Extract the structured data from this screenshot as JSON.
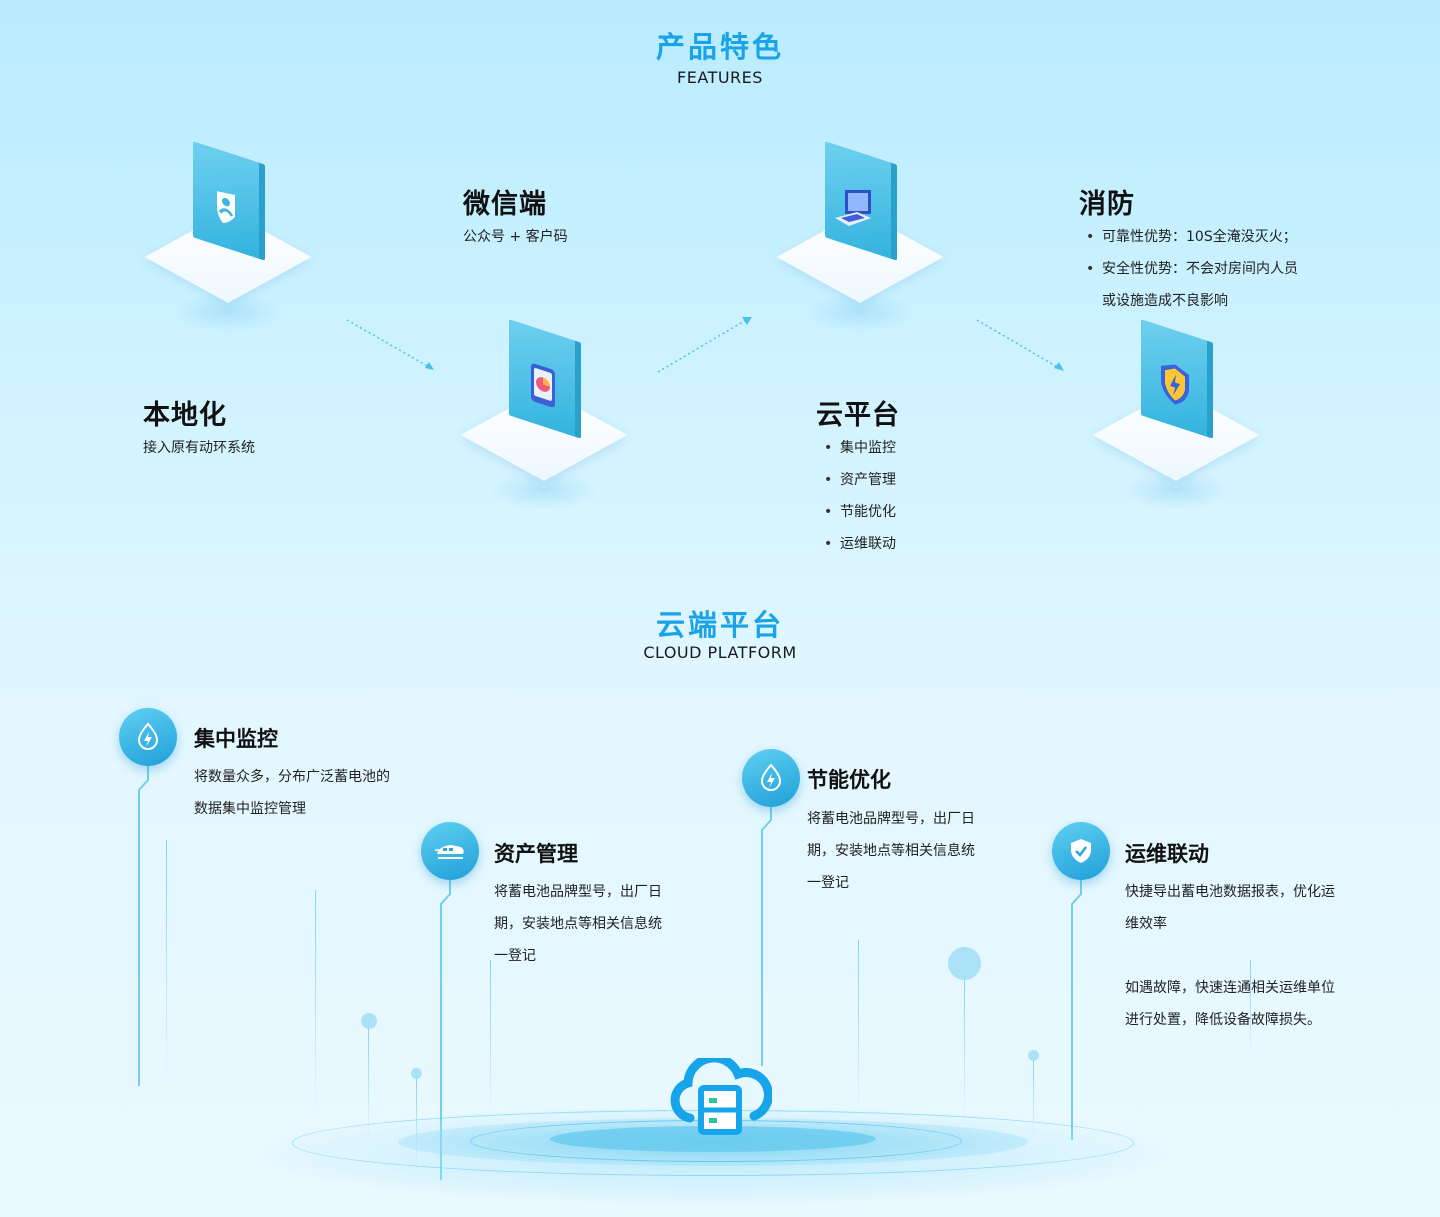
{
  "features": {
    "title": "产品特色",
    "subtitle": "FEATURES",
    "local": {
      "title": "本地化",
      "desc": "接入原有动环系统"
    },
    "wechat": {
      "title": "微信端",
      "desc": "公众号 + 客户码"
    },
    "cloud": {
      "title": "云平台",
      "items": [
        "集中监控",
        "资产管理",
        "节能优化",
        "运维联动"
      ]
    },
    "fire": {
      "title": "消防",
      "items": [
        "可靠性优势：10S全淹没灭火；",
        "安全性优势：不会对房间内人员"
      ],
      "cont": "或设施造成不良影响"
    }
  },
  "platform": {
    "title": "云端平台",
    "subtitle": "CLOUD PLATFORM",
    "items": [
      {
        "title": "集中监控",
        "desc": "将数量众多，分布广泛蓄电池的数据集中监控管理",
        "icon": "lightning-drop-icon"
      },
      {
        "title": "资产管理",
        "desc": "将蓄电池品牌型号，出厂日期，安装地点等相关信息统一登记",
        "icon": "train-icon"
      },
      {
        "title": "节能优化",
        "desc": "将蓄电池品牌型号，出厂日期，安装地点等相关信息统一登记",
        "icon": "lightning-drop-icon"
      },
      {
        "title": "运维联动",
        "desc": "快捷导出蓄电池数据报表，优化运维效率",
        "desc2": "如遇故障，快速连通相关运维单位进行处置，降低设备故障损失。",
        "icon": "shield-check-icon"
      }
    ]
  },
  "colors": {
    "accent": "#1aa3e8",
    "tile": "#33b3df",
    "bg_top": "#b9ecff",
    "bg_bottom": "#eaf9ff"
  }
}
